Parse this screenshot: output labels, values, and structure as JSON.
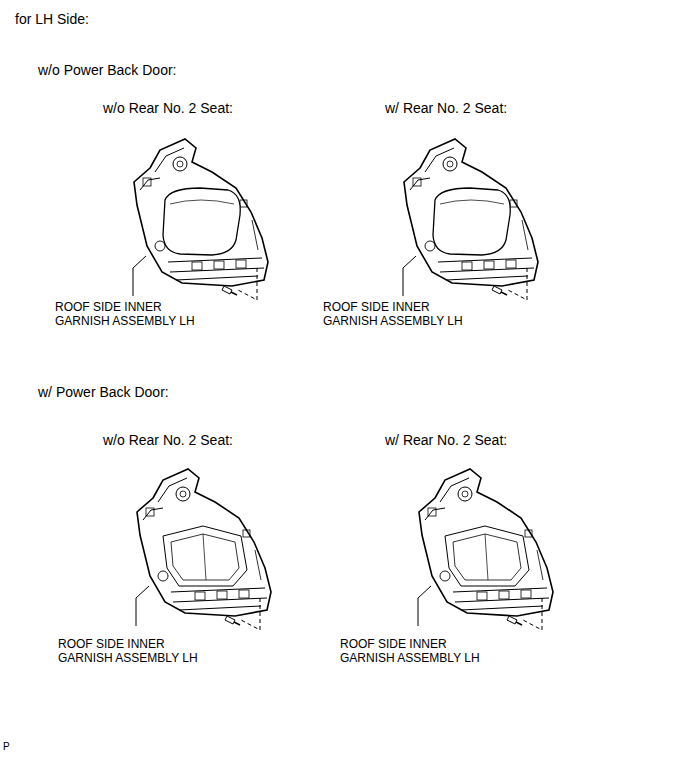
{
  "diagram": {
    "title": "for LH Side:",
    "labels": [
      "w/o Power Back Door:",
      "w/o Rear No. 2 Seat:",
      "w/ Rear No. 2 Seat:",
      "ROOF SIDE INNER GARNISH ASSEMBLY LH",
      "ROOF SIDE INNER GARNISH ASSEMBLY LH",
      "w/ Power Back Door:",
      "w/o Rear No. 2 Seat:",
      "w/ Rear No. 2 Seat:",
      "ROOF SIDE INNER GARNISH ASSEMBLY LH",
      "ROOF SIDE INNER GARNISH ASSEMBLY LH",
      "P"
    ]
  }
}
